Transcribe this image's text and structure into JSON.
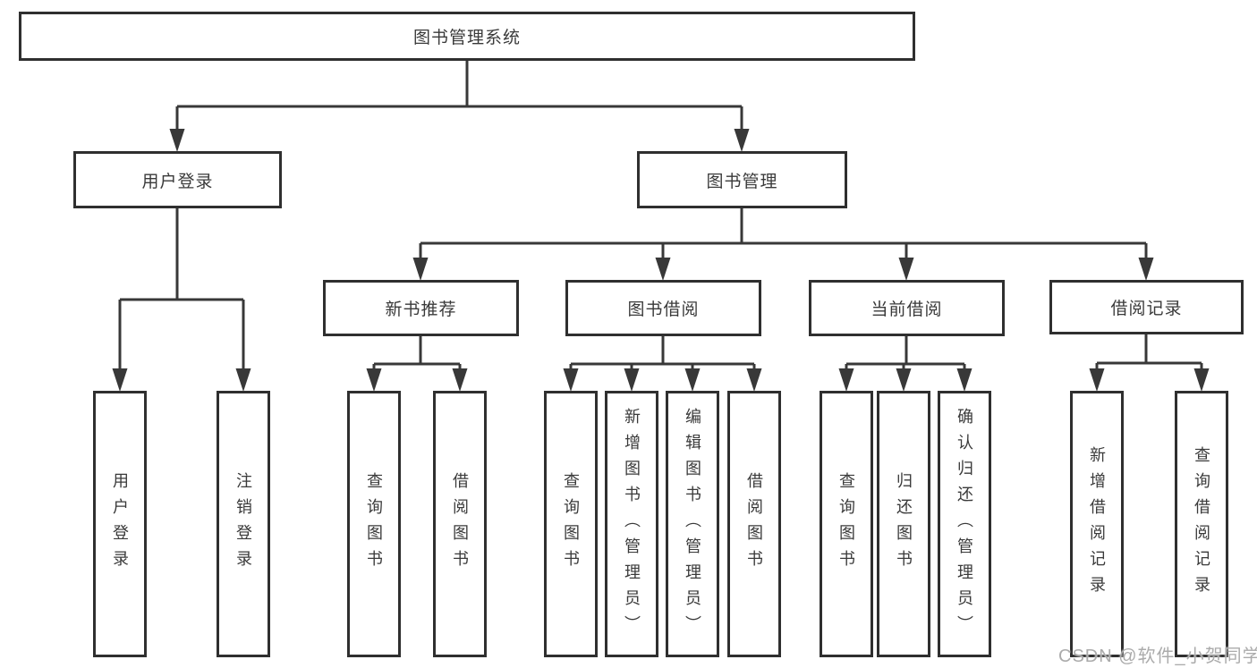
{
  "tree": {
    "root": "图书管理系统",
    "branches": [
      {
        "label": "用户登录",
        "children": [
          "用户登录",
          "注销登录"
        ]
      },
      {
        "label": "图书管理",
        "groups": [
          {
            "label": "新书推荐",
            "children": [
              "查询图书",
              "借阅图书"
            ]
          },
          {
            "label": "图书借阅",
            "children": [
              "查询图书",
              "新增图书（管理员）",
              "编辑图书（管理员）",
              "借阅图书"
            ]
          },
          {
            "label": "当前借阅",
            "children": [
              "查询图书",
              "归还图书",
              "确认归还（管理员）"
            ]
          },
          {
            "label": "借阅记录",
            "children": [
              "新增借阅记录",
              "查询借阅记录"
            ]
          }
        ]
      }
    ]
  },
  "watermark": {
    "text": "CSDN @软件_小贺同学"
  }
}
